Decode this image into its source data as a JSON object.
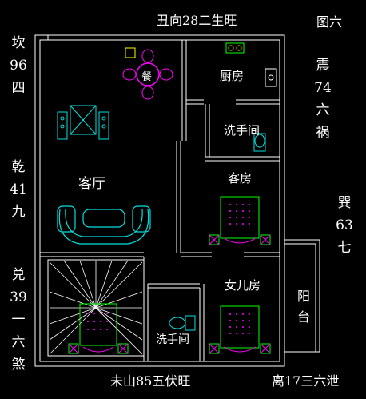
{
  "figure_label": "图六",
  "top_label": "丑向28二生旺",
  "bottom_label": "未山85五伏旺",
  "bottom_right_label": "离17三六泄",
  "side_labels": {
    "kan": [
      "坎",
      "96",
      "四"
    ],
    "qian": [
      "乾",
      "41",
      "九"
    ],
    "dui": [
      "兑",
      "39",
      "一",
      "六",
      "煞"
    ],
    "zhen": [
      "震",
      "74",
      "六",
      "祸"
    ],
    "xun": [
      "巽",
      "63",
      "七"
    ]
  },
  "rooms": {
    "dining": "餐",
    "kitchen": "厨房",
    "bathroom_upper": "洗手间",
    "living": "客厅",
    "guest_room": "客房",
    "child_room": "女儿房",
    "balcony": "阳台",
    "bathroom_lower": "洗手间"
  },
  "colors": {
    "wall": "#ffffff",
    "furniture_cyan": "#00e0e0",
    "furniture_magenta": "#ff00ff",
    "bed_green": "#00ff00",
    "accent_yellow": "#ffff00"
  }
}
